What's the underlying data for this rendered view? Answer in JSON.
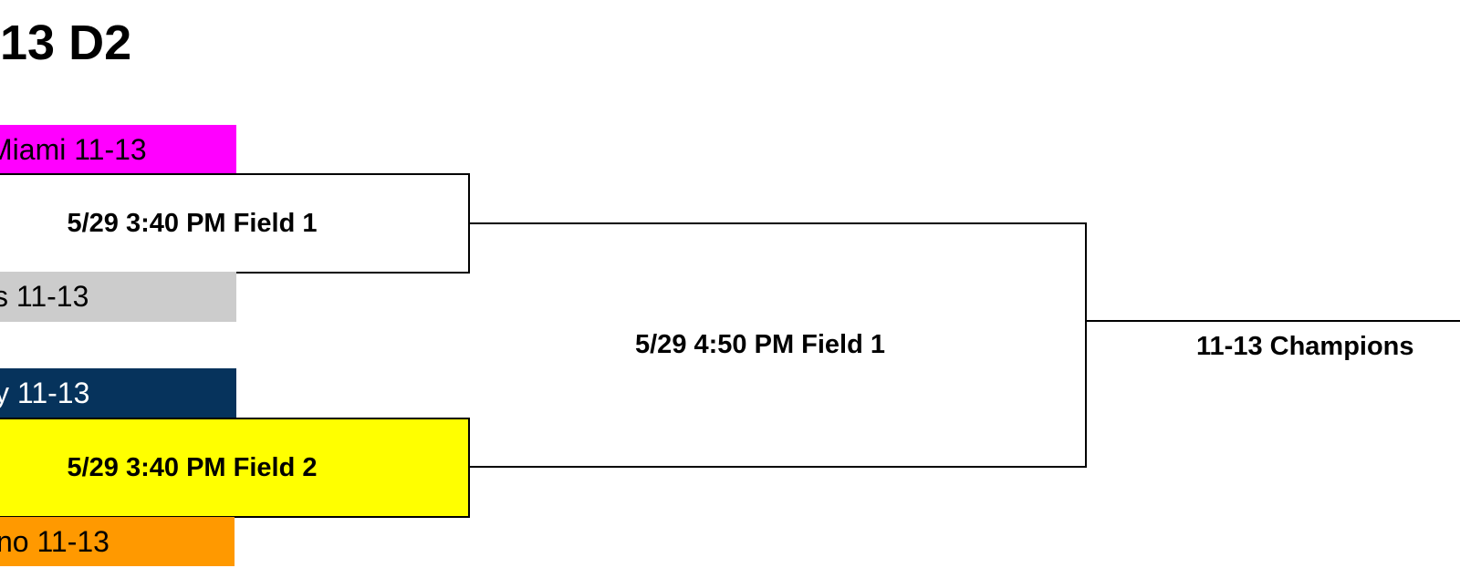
{
  "bracket": {
    "title": "13 D2",
    "round1": [
      {
        "team_top": {
          "label": "Miami 11-13",
          "color": "#FF00FF"
        },
        "game": {
          "label": "5/29 3:40 PM Field 1",
          "color": "#FFFFFF"
        },
        "team_bottom": {
          "label": "s 11-13",
          "color": "#CCCCCC"
        }
      },
      {
        "team_top": {
          "label": "y 11-13",
          "color": "#06335C"
        },
        "game": {
          "label": "5/29 3:40 PM Field 2",
          "color": "#FFFF00"
        },
        "team_bottom": {
          "label": "no 11-13",
          "color": "#FF9900"
        }
      }
    ],
    "round2": {
      "label": "5/29 4:50 PM Field 1"
    },
    "champion": {
      "label": "11-13 Champions"
    }
  }
}
